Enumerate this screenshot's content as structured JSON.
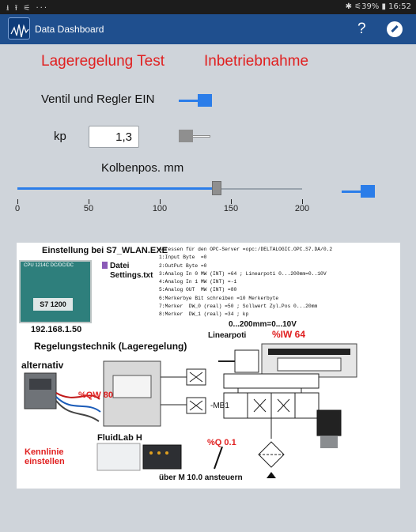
{
  "status_bar": {
    "left": "⭳ ⭱ ⚟ ···",
    "right": "✱ ⚟39% ▮ 16:52"
  },
  "app_bar": {
    "title": "Data Dashboard",
    "help_glyph": "?"
  },
  "headings": {
    "left": "Lageregelung Test",
    "right": "Inbetriebnahme"
  },
  "ventil": {
    "label": "Ventil und Regler EIN",
    "toggle_on": true
  },
  "kp": {
    "label": "kp",
    "value": "1,3",
    "toggle_on": false
  },
  "kolben": {
    "label": "Kolbenpos. mm",
    "slider_value": 140,
    "slider_min": 0,
    "slider_max": 200,
    "ticks": [
      "0",
      "50",
      "100",
      "150",
      "200"
    ],
    "toggle_on": true
  },
  "panel": {
    "title": "Einstellung bei S7_WLAN.EXE",
    "plc_model": "CPU 1214C DC/DC/DC",
    "plc_name": "S7 1200",
    "ip": "192.168.1.50",
    "datei": "Datei Settings.txt",
    "addr_lines": [
      "Adressen für den OPC-Server =opc:/DELTALOGIC.OPC.S7.DA/0.2",
      "1:Input Byte  =0",
      "2:OutPut Byte =0",
      "3:Analog In 0 MW (INT) =64 ; Linearpoti 0...200mm=0..10V",
      "4:Analog In 1 MW (INT) =-1",
      "5:Analog OUT  MW (INT) =80",
      "6:Merkerbye Bit schreiben =10 Merkerbyte",
      "7:Merker  DW_0 (real) =50 ; Sollwert Zyl.Pos 0...20mm",
      "8:Merker  DW_1 (real) =34 ; kp"
    ],
    "range": "0...200mm=0...10V",
    "regelung": "Regelungstechnik (Lageregelung)",
    "linearpoti": "Linearpoti",
    "iw64": "%IW 64",
    "alternativ": "alternativ",
    "qw80": "%QW 80",
    "mb1": "-MB1",
    "fluidlab": "FluidLab H",
    "kennlinie": "Kennlinie einstellen",
    "q01": "%Q 0.1",
    "uber": "über M 10.0 ansteuern"
  },
  "colors": {
    "accent": "#2b7de9",
    "heading_red": "#e02020",
    "appbar": "#1f4f8e",
    "background": "#cfd4da"
  }
}
